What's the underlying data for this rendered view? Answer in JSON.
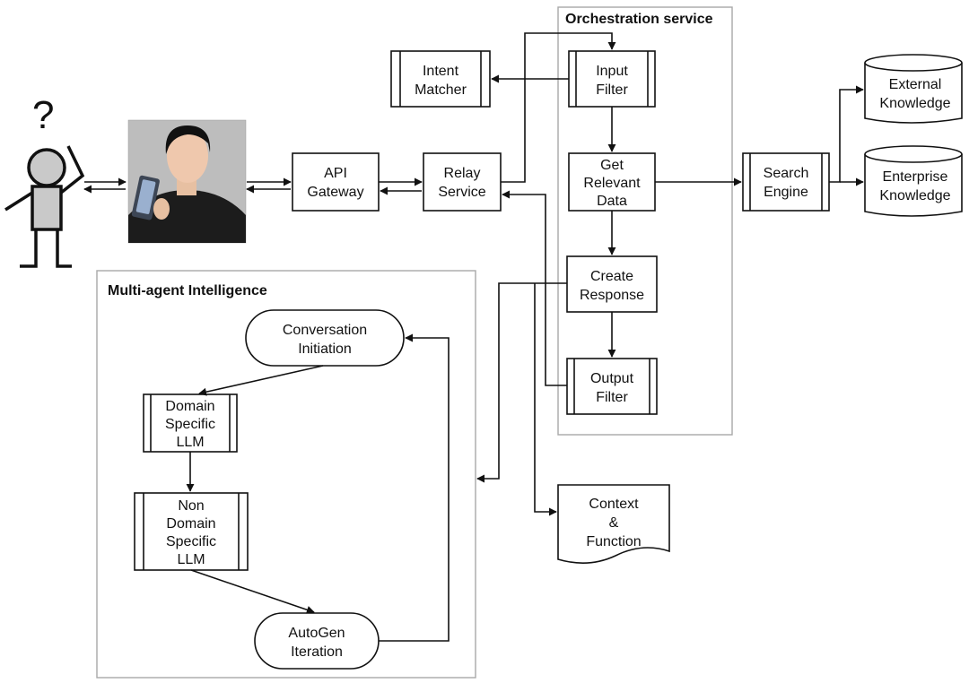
{
  "groups": {
    "orchestration": "Orchestration service",
    "multi_agent": "Multi-agent Intelligence"
  },
  "nodes": {
    "intent_matcher": [
      "Intent",
      "Matcher"
    ],
    "input_filter": [
      "Input",
      "Filter"
    ],
    "get_relevant_data": [
      "Get",
      "Relevant",
      "Data"
    ],
    "create_response": [
      "Create",
      "Response"
    ],
    "output_filter": [
      "Output",
      "Filter"
    ],
    "api_gateway": [
      "API",
      "Gateway"
    ],
    "relay_service": [
      "Relay",
      "Service"
    ],
    "search_engine": [
      "Search",
      "Engine"
    ],
    "external_knowledge": [
      "External",
      "Knowledge"
    ],
    "enterprise_knowledge": [
      "Enterprise",
      "Knowledge"
    ],
    "conversation_initiation": [
      "Conversation",
      "Initiation"
    ],
    "domain_specific_llm": [
      "Domain",
      "Specific",
      "LLM"
    ],
    "non_domain_specific_llm": [
      "Non",
      "Domain",
      "Specific",
      "LLM"
    ],
    "autogen_iteration": [
      "AutoGen",
      "Iteration"
    ],
    "context_function": [
      "Context",
      "&",
      "Function"
    ]
  },
  "user_figure": {
    "question_mark": "?"
  },
  "photo": {
    "description_icon": "person-holding-phone"
  },
  "colors": {
    "stroke": "#111111",
    "panel_border": "#a8a8a8",
    "user_fill": "#c9c9c9"
  }
}
